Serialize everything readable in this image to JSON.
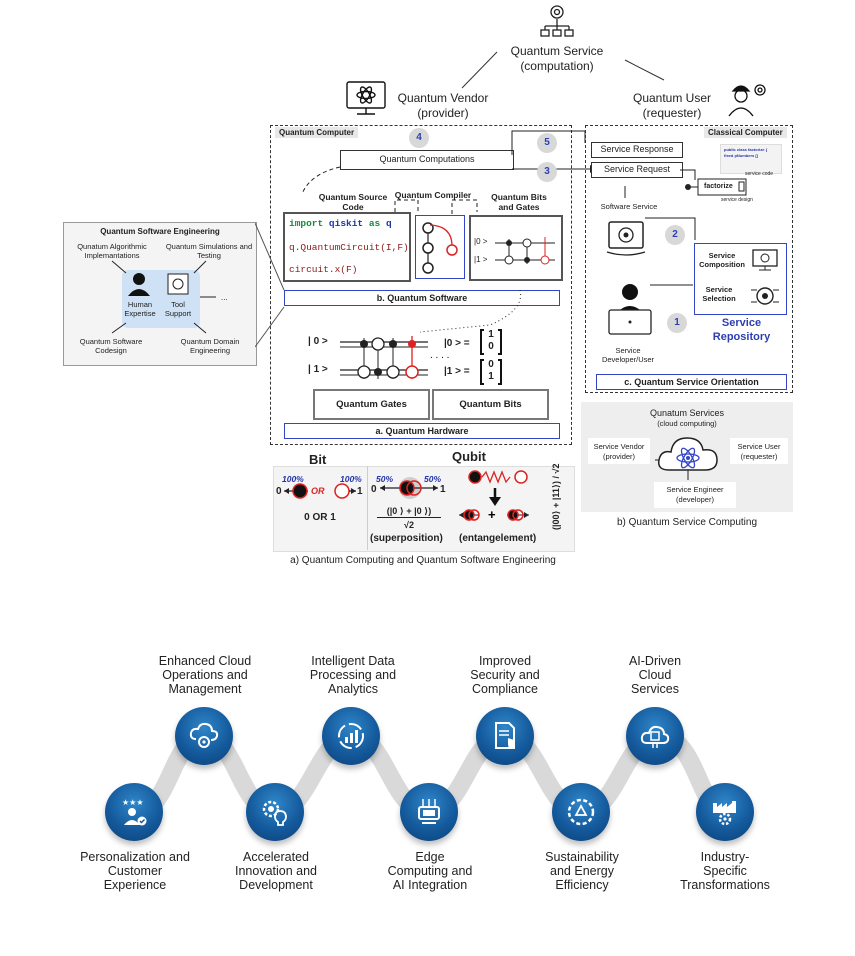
{
  "top": {
    "service": "Quantum Service",
    "service_sub": "(computation)",
    "vendor": "Quantum Vendor",
    "vendor_sub": "(provider)",
    "user": "Quantum User",
    "user_sub": "(requester)"
  },
  "quantum_computer": {
    "header": "Quantum Computer",
    "computations": "Quantum Computations",
    "step4": "4",
    "step5": "5",
    "step3": "3",
    "source_code_title": "Quantum Source Code",
    "compiler_title": "Quantum Compiler",
    "bits_gates_title": "Quantum Bits and Gates",
    "code_line1_kw": "import",
    "code_line1_mod": "qiskit",
    "code_line1_as": "as",
    "code_line1_alias": "q",
    "code_line2": "q.QuantumCircuit(I,F)",
    "code_line3": "circuit.x(F)",
    "ket0": "|0 >",
    "ket1": "|1 >",
    "software_label": "b. Quantum Software",
    "hw_ket0": "| 0 >",
    "hw_ket1": "| 1 >",
    "eq0": "|0 > =",
    "eq1": "|1 > =",
    "m0_top": "1",
    "m0_bot": "0",
    "m1_top": "0",
    "m1_bot": "1",
    "gates_label": "Quantum Gates",
    "bits_label": "Quantum Bits",
    "hardware_label": "a. Quantum Hardware"
  },
  "classical_computer": {
    "header": "Classical Computer",
    "response": "Service Response",
    "request": "Service Request",
    "code_snippet1": "public class factorize {",
    "code_snippet2": "fixed pNumbers []",
    "service_code": "service code",
    "factorize": "factorize",
    "service_design": "service design",
    "software_service": "Software Service",
    "step2": "2",
    "step1": "1",
    "composition": "Service Composition",
    "selection": "Service Selection",
    "repository": "Service Repository",
    "developer": "Service Developer/User",
    "orientation_label": "c. Quantum Service Orientation"
  },
  "qse": {
    "title": "Quantum Software Engineering",
    "algo": "Qunatum Algorithmic Implemantations",
    "sim": "Quantum Simulations and Testing",
    "human": "Human Expertise",
    "tool": "Tool Support",
    "dots": "...",
    "codesign": "Quantum Software Codesign",
    "domain": "Quantum Domain Engineering"
  },
  "bit_qubit": {
    "bit_title": "Bit",
    "qubit_title": "Qubit",
    "p100a": "100%",
    "p100b": "100%",
    "zero": "0",
    "one": "1",
    "or": "OR",
    "zero_or_one": "0 OR 1",
    "p50a": "50%",
    "p50b": "50%",
    "sup_num": "(|0 ⟩ + |0 ⟩)",
    "sup_den": "√2",
    "superposition": "(superposition)",
    "entanglement": "(entangelement)",
    "ent_formula": "(|00⟩ + |11⟩) / √2"
  },
  "qsc": {
    "title": "Qunatum Services",
    "subtitle": "(cloud computing)",
    "vendor": "Service Vendor",
    "vendor_sub": "(provider)",
    "user": "Service User",
    "user_sub": "(requester)",
    "engineer": "Service Engineer",
    "engineer_sub": "(developer)",
    "caption": "b) Quantum Service Computing"
  },
  "caption_a": "a) Quantum Computing and Quantum Software Engineering",
  "timeline": {
    "top": [
      {
        "label": "Enhanced Cloud\nOperations and\nManagement",
        "icon": "cloud-gear-icon"
      },
      {
        "label": "Intelligent Data\nProcessing and\nAnalytics",
        "icon": "analytics-chart-icon"
      },
      {
        "label": "Improved\nSecurity and\nCompliance",
        "icon": "document-shield-icon"
      },
      {
        "label": "AI-Driven\nCloud\nServices",
        "icon": "ai-cloud-icon"
      }
    ],
    "bottom": [
      {
        "label": "Personalization and\nCustomer\nExperience",
        "icon": "user-stars-icon"
      },
      {
        "label": "Accelerated\nInnovation and\nDevelopment",
        "icon": "gear-bulb-icon"
      },
      {
        "label": "Edge\nComputing and\nAI Integration",
        "icon": "edge-device-icon"
      },
      {
        "label": "Sustainability\nand Energy\nEfficiency",
        "icon": "recycle-gear-icon"
      },
      {
        "label": "Industry-\nSpecific\nTransformations",
        "icon": "factory-gear-icon"
      }
    ],
    "colors": {
      "node": "#145a9c",
      "path": "#d9d9d9"
    }
  }
}
